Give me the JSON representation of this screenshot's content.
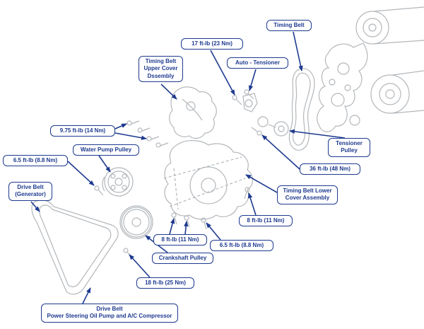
{
  "title": "Engine timing belt and accessory drive belt exploded-view diagram",
  "colors": {
    "accent_blue": "#1e3a8f",
    "line_art_gray": "#b3b7bb",
    "background": "#ffffff"
  },
  "labels": {
    "timing_belt": "Timing Belt",
    "torque_17": "17 ft-lb (23 Nm)",
    "auto_tensioner": "Auto - Tensioner",
    "upper_cover": "Timing Belt\nUpper Cover\nDssembly",
    "torque_9_75": "9.75 ft-lb (14 Nm)",
    "water_pump_pulley": "Water Pump Pulley",
    "torque_6_5_left": "6.5 ft-lb (8.8 Nm)",
    "drive_belt_generator": "Drive Belt\n(Generator)",
    "tensioner_pulley": "Tensioner\nPulley",
    "torque_36": "36 ft-lb (48 Nm)",
    "lower_cover": "Timing Belt Lower\nCover Assembly",
    "torque_8_right": "8 ft-lb (11 Nm)",
    "torque_8_center": "8 ft-lb (11 Nm)",
    "torque_6_5_center": "6.5 ft-lb (8.8 Nm)",
    "crankshaft_pulley": "Crankshaft Pulley",
    "torque_18": "18 ft-lb (25 Nm)",
    "drive_belt_ps_ac": "Drive Belt\nPower Steering Oil Pump and A/C Compressor"
  }
}
